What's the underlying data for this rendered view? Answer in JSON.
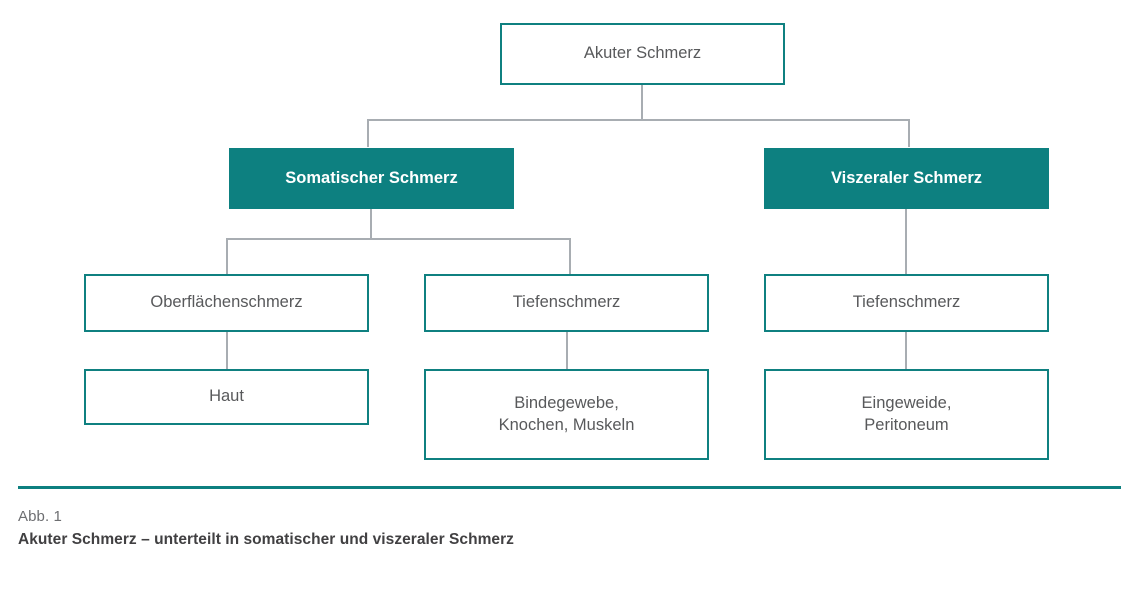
{
  "figure": {
    "number_label": "Abb. 1",
    "title": "Akuter Schmerz – unterteilt in somatischer und viszeraler Schmerz",
    "accent_color": "#0d8080",
    "outline_color": "#0f8080",
    "connector_color": "#a8adb2",
    "body_text_color": "#58595b",
    "caption_number_color": "#6d6e71",
    "caption_title_color": "#414042"
  },
  "diagram": {
    "type": "hierarchy-tree",
    "root": {
      "label": "Akuter Schmerz",
      "style": "outline"
    },
    "level2": [
      {
        "label": "Somatischer Schmerz",
        "style": "filled"
      },
      {
        "label": "Viszeraler Schmerz",
        "style": "filled"
      }
    ],
    "level3": [
      {
        "label": "Oberflächenschmerz",
        "style": "outline"
      },
      {
        "label": "Tiefenschmerz",
        "style": "outline"
      },
      {
        "label": "Tiefenschmerz",
        "style": "outline"
      }
    ],
    "level4": [
      {
        "label": "Haut",
        "style": "outline"
      },
      {
        "label": "Bindegewebe,\nKnochen, Muskeln",
        "line1": "Bindegewebe,",
        "line2": "Knochen, Muskeln",
        "style": "outline"
      },
      {
        "label": "Eingeweide,\nPeritoneum",
        "line1": "Eingeweide,",
        "line2": "Peritoneum",
        "style": "outline"
      }
    ]
  }
}
